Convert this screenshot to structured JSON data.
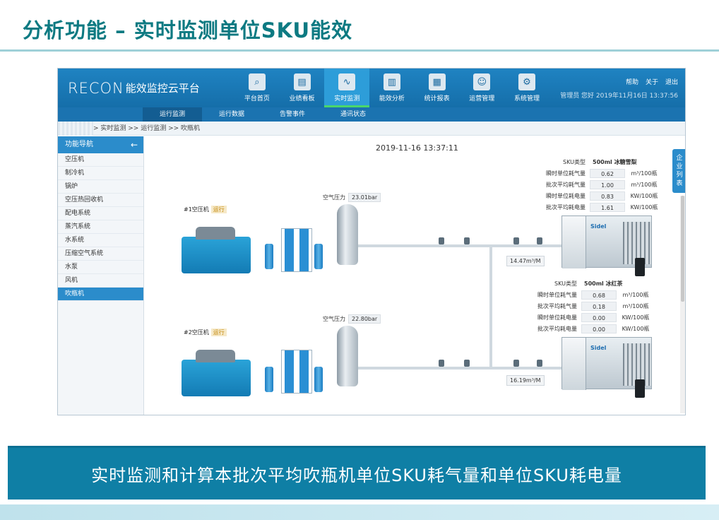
{
  "slide": {
    "title": "分析功能 – 实时监测单位SKU能效",
    "caption": "实时监测和计算本批次平均吹瓶机单位SKU耗气量和单位SKU耗电量"
  },
  "app": {
    "logo_en": "RECON",
    "logo_cn": "能效监控云平台",
    "nav": [
      {
        "label": "平台首页",
        "icon": "home-search-icon"
      },
      {
        "label": "业绩看板",
        "icon": "board-icon"
      },
      {
        "label": "实时监测",
        "icon": "monitor-icon"
      },
      {
        "label": "能效分析",
        "icon": "bar-chart-icon"
      },
      {
        "label": "统计报表",
        "icon": "report-icon"
      },
      {
        "label": "运营管理",
        "icon": "operator-icon"
      },
      {
        "label": "系统管理",
        "icon": "gear-icon"
      }
    ],
    "top_links": [
      "帮助",
      "关于",
      "退出"
    ],
    "user_line": "管理员 您好 2019年11月16日 13:37:56",
    "subnav": [
      "运行监测",
      "运行数据",
      "告警事件",
      "通讯状态"
    ],
    "breadcrumb": "> 实时监测 >> 运行监测 >> 吹瓶机",
    "sidebar": {
      "title": "功能导航",
      "items": [
        "空压机",
        "制冷机",
        "锅炉",
        "空压热回收机",
        "配电系统",
        "蒸汽系统",
        "水系统",
        "压缩空气系统",
        "水泵",
        "风机",
        "吹瓶机"
      ]
    },
    "side_tab": [
      "企",
      "业",
      "列",
      "表"
    ]
  },
  "monitor": {
    "timestamp": "2019-11-16 13:37:11",
    "line1": {
      "machine": "#1空压机",
      "status": "运行",
      "pressure_label": "空气压力",
      "pressure": "23.01bar",
      "flow": "14.47m³/M",
      "sku_type_label": "SKU类型",
      "sku_type": "500ml 冰糖雪梨",
      "metrics": [
        {
          "label": "瞬时单位耗气量",
          "value": "0.62",
          "unit": "m³/100瓶"
        },
        {
          "label": "批次平均耗气量",
          "value": "1.00",
          "unit": "m³/100瓶"
        },
        {
          "label": "瞬时单位耗电量",
          "value": "0.83",
          "unit": "KW/100瓶"
        },
        {
          "label": "批次平均耗电量",
          "value": "1.61",
          "unit": "KW/100瓶"
        }
      ],
      "blower_brand": "Sidel"
    },
    "line2": {
      "machine": "#2空压机",
      "status": "运行",
      "pressure_label": "空气压力",
      "pressure": "22.80bar",
      "flow": "16.19m³/M",
      "sku_type_label": "SKU类型",
      "sku_type": "500ml 冰红茶",
      "metrics": [
        {
          "label": "瞬时单位耗气量",
          "value": "0.68",
          "unit": "m³/100瓶"
        },
        {
          "label": "批次平均耗气量",
          "value": "0.18",
          "unit": "m³/100瓶"
        },
        {
          "label": "瞬时单位耗电量",
          "value": "0.00",
          "unit": "KW/100瓶"
        },
        {
          "label": "批次平均耗电量",
          "value": "0.00",
          "unit": "KW/100瓶"
        }
      ],
      "blower_brand": "Sidel"
    }
  },
  "colors": {
    "title": "#0d7a82",
    "topbar": "#1f83c2",
    "active_tab": "#2d9dd9",
    "banner": "#0f7fa5"
  }
}
